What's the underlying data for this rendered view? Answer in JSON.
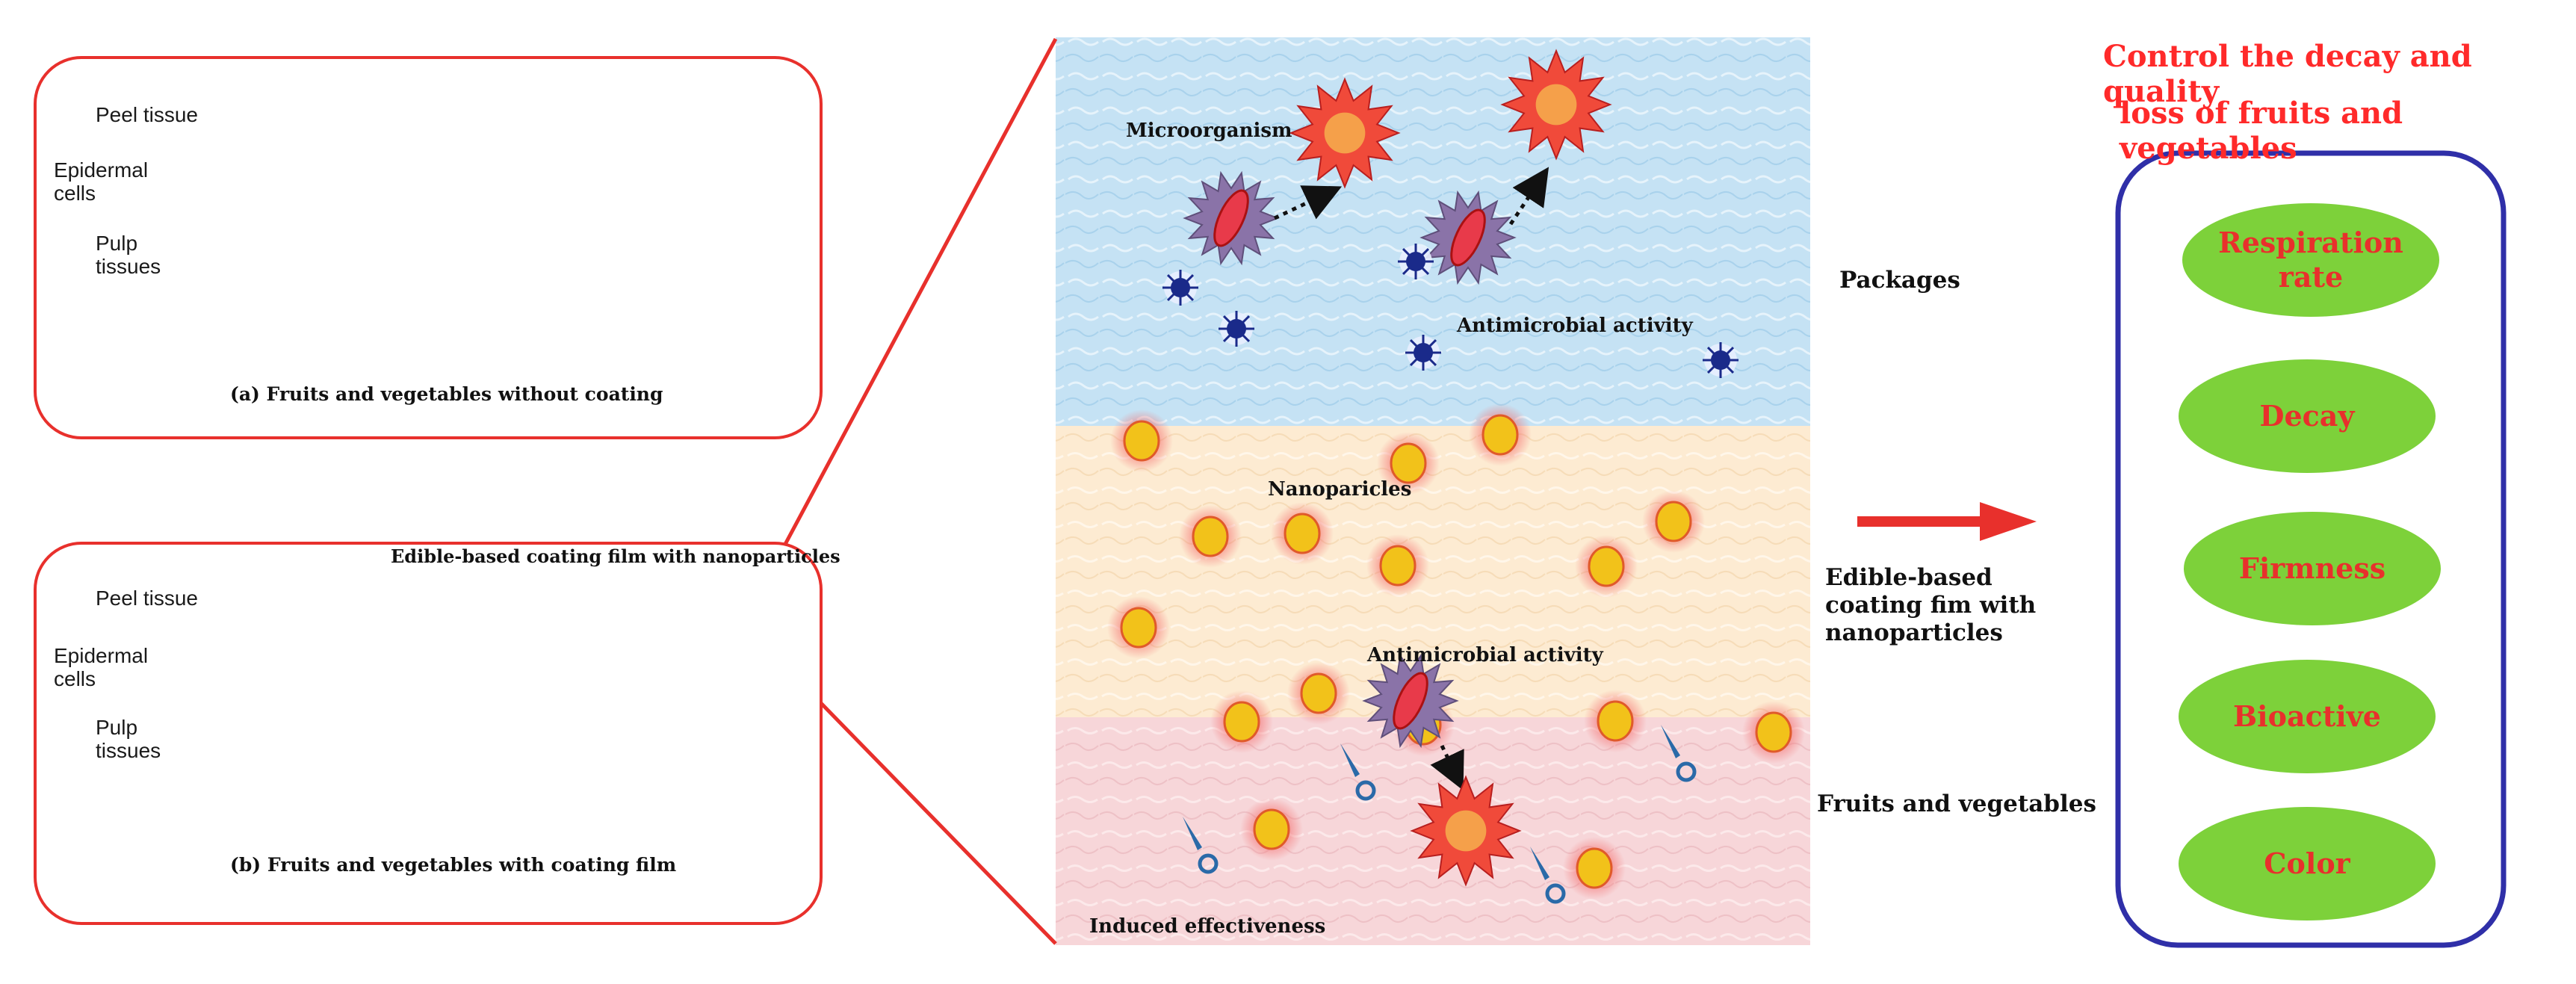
{
  "panel_a": {
    "peel_label": "Peel tissue",
    "epidermal_label": "Epidermal\ncells",
    "pulp_label": "Pulp\ntissues",
    "caption": "(a) Fruits and vegetables without coating"
  },
  "panel_b": {
    "peel_label": "Peel tissue",
    "epidermal_label": "Epidermal\ncells",
    "pulp_label": "Pulp\ntissues",
    "coating_label": "Edible-based coating film with nanoparticles",
    "caption": "(b) Fruits and vegetables with  coating film"
  },
  "zoom": {
    "microorganism_label": "Microorganism",
    "antimicrobial_top": "Antimicrobial activity",
    "nanoparticles_label": "Nanoparicles",
    "antimicrobial_mid": "Antimicrobial activity",
    "induced_label": "Induced effectiveness"
  },
  "zones": {
    "packages": "Packages",
    "coating": "Edible-based\ncoating fim with\nnanoparticles",
    "fruits": "Fruits and vegetables"
  },
  "control": {
    "title_line1": "Control the decay and quality",
    "title_line2": "loss of fruits and vegetables",
    "items": [
      "Respiration\nrate",
      "Decay",
      "Firmness",
      "Bioactive",
      "Color"
    ]
  },
  "colors": {
    "accent_red": "#e8302c",
    "ellipse_green": "#7dd13a",
    "box_blue": "#2f2fa8",
    "package_zone": "#c5e2f4",
    "coating_zone": "#fdebd2",
    "fruit_zone": "#f7d6d9",
    "nanoparticle": "#f2c21a"
  },
  "icons": [
    "microorganism-icon",
    "burst-icon",
    "nanoparticle-icon",
    "antimicrobial-agent-icon",
    "probe-icon",
    "arrow-icon"
  ]
}
